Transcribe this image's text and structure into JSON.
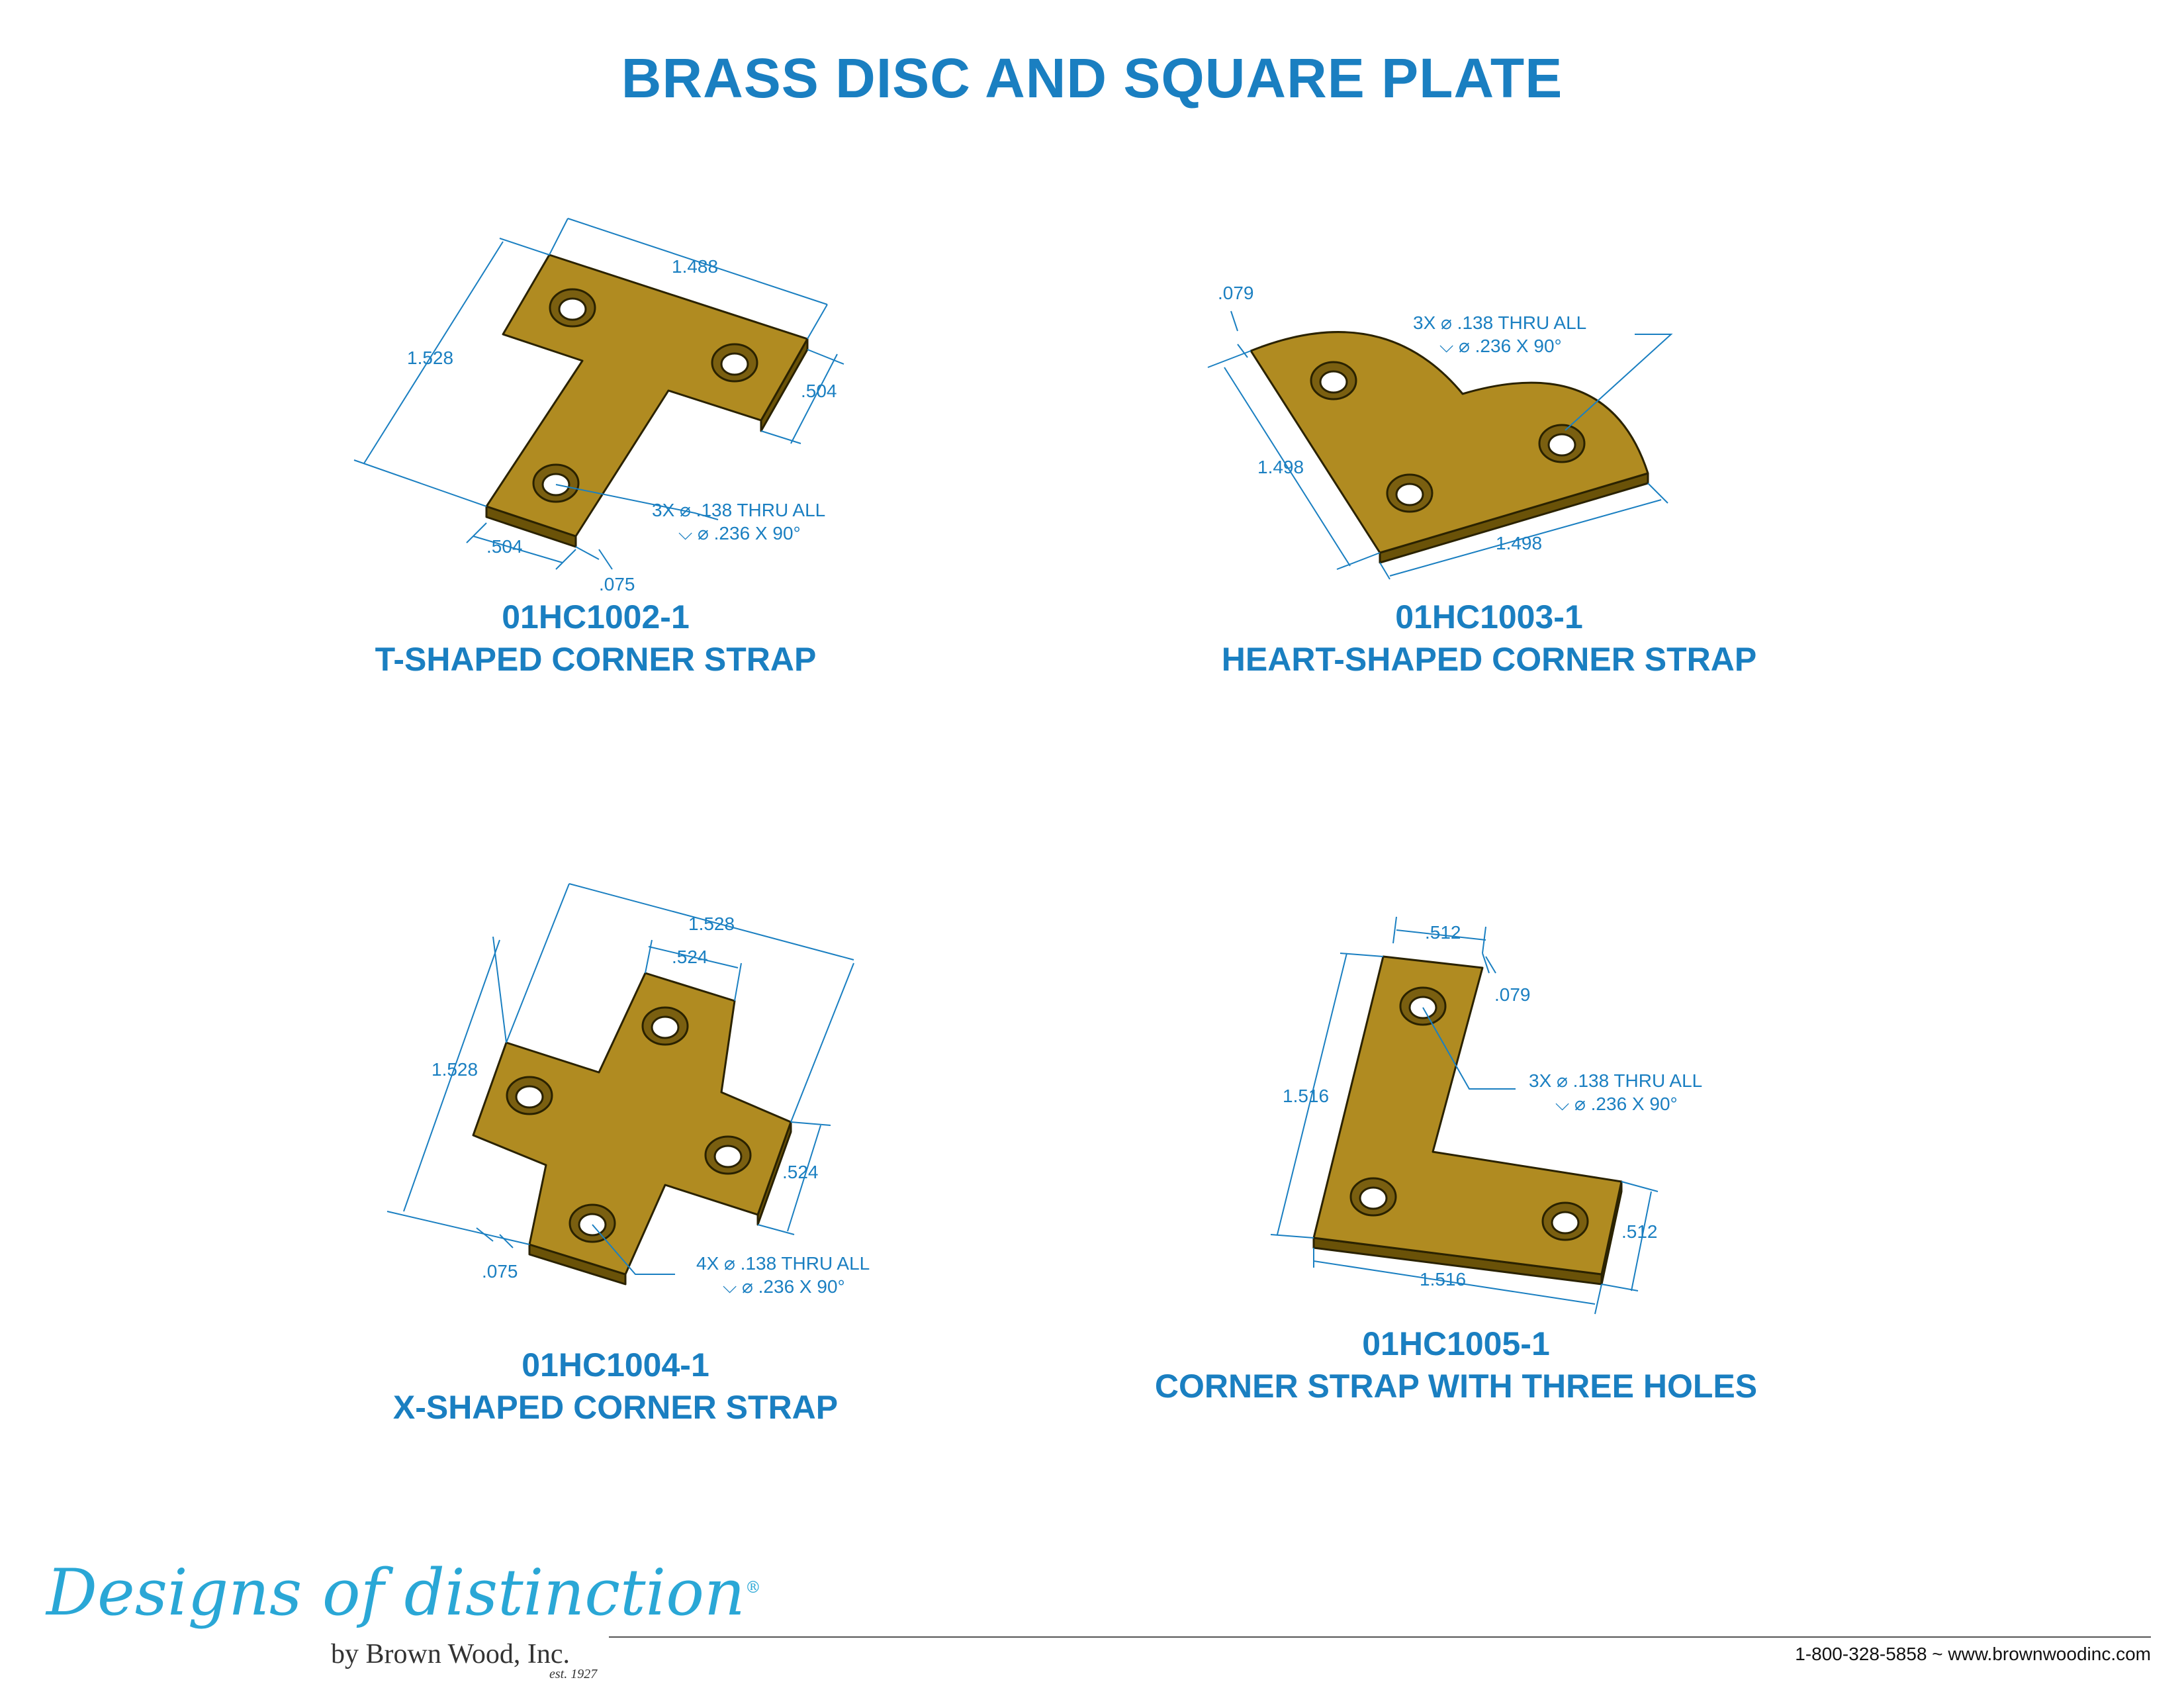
{
  "title": "BRASS DISC AND SQUARE PLATE",
  "colors": {
    "accent": "#1a7fc1",
    "brass": "#b08b21",
    "logo": "#2aa7d6"
  },
  "parts": [
    {
      "part_number": "01HC1002-1",
      "name": "T-SHAPED CORNER STRAP",
      "dims": {
        "width": "1.488",
        "height": "1.528",
        "arm_a": ".504",
        "arm_b": ".504",
        "thickness": ".075"
      },
      "hole_note": {
        "line1": "3X  ⌀ .138 THRU ALL",
        "line2": "⌵  ⌀ .236 X 90°"
      }
    },
    {
      "part_number": "01HC1003-1",
      "name": "HEART-SHAPED CORNER STRAP",
      "dims": {
        "left": "1.498",
        "bottom": "1.498",
        "thickness": ".079"
      },
      "hole_note": {
        "line1": "3X  ⌀ .138 THRU ALL",
        "line2": "⌵  ⌀ .236 X 90°"
      }
    },
    {
      "part_number": "01HC1004-1",
      "name": "X-SHAPED CORNER STRAP",
      "dims": {
        "width": "1.528",
        "height": "1.528",
        "arm_top": ".524",
        "arm_right": ".524",
        "thickness": ".075"
      },
      "hole_note": {
        "line1": "4X  ⌀ .138 THRU ALL",
        "line2": "⌵  ⌀ .236 X 90°"
      }
    },
    {
      "part_number": "01HC1005-1",
      "name": "CORNER STRAP WITH THREE HOLES",
      "dims": {
        "top": ".512",
        "thickness": ".079",
        "height": "1.516",
        "width": "1.516",
        "right": ".512"
      },
      "hole_note": {
        "line1": "3X  ⌀ .138 THRU ALL",
        "line2": "⌵  ⌀ .236 X 90°"
      }
    }
  ],
  "footer": {
    "logo_script": "Designs of distinction",
    "logo_reg": "®",
    "logo_sub": "by Brown Wood, Inc.",
    "logo_est": "est. 1927",
    "contact": "1-800-328-5858 ~ www.brownwoodinc.com"
  }
}
